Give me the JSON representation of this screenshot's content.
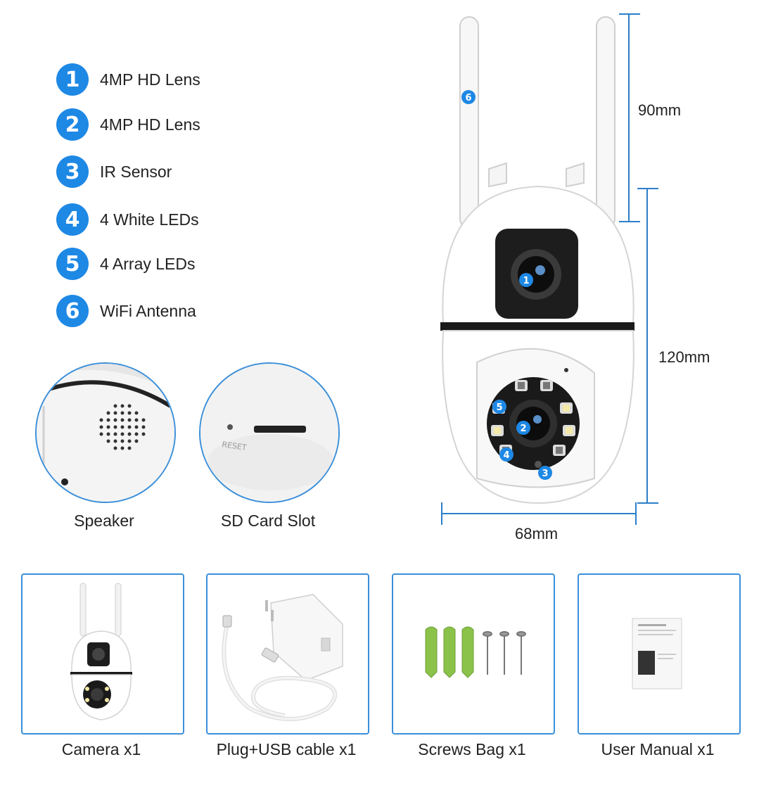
{
  "features": [
    {
      "num": "1",
      "label": "4MP HD Lens"
    },
    {
      "num": "2",
      "label": "4MP HD Lens"
    },
    {
      "num": "3",
      "label": "IR Sensor"
    },
    {
      "num": "4",
      "label": "4 White LEDs"
    },
    {
      "num": "5",
      "label": "4 Array LEDs"
    },
    {
      "num": "6",
      "label": "WiFi Antenna"
    }
  ],
  "details": {
    "speaker": "Speaker",
    "sd_slot": "SD Card Slot",
    "reset_text": "RESET"
  },
  "dimensions": {
    "antenna": "90mm",
    "height": "120mm",
    "width": "68mm"
  },
  "camera_markers": [
    "1",
    "2",
    "3",
    "4",
    "5",
    "6"
  ],
  "package": [
    {
      "label": "Camera x1"
    },
    {
      "label": "Plug+USB cable x1"
    },
    {
      "label": "Screws Bag x1"
    },
    {
      "label": "User Manual x1"
    }
  ],
  "colors": {
    "accent": "#1e88e5",
    "frame": "#3b8fd9",
    "dim_line": "#2b7fc9",
    "anchor_green": "#8bc34a"
  }
}
